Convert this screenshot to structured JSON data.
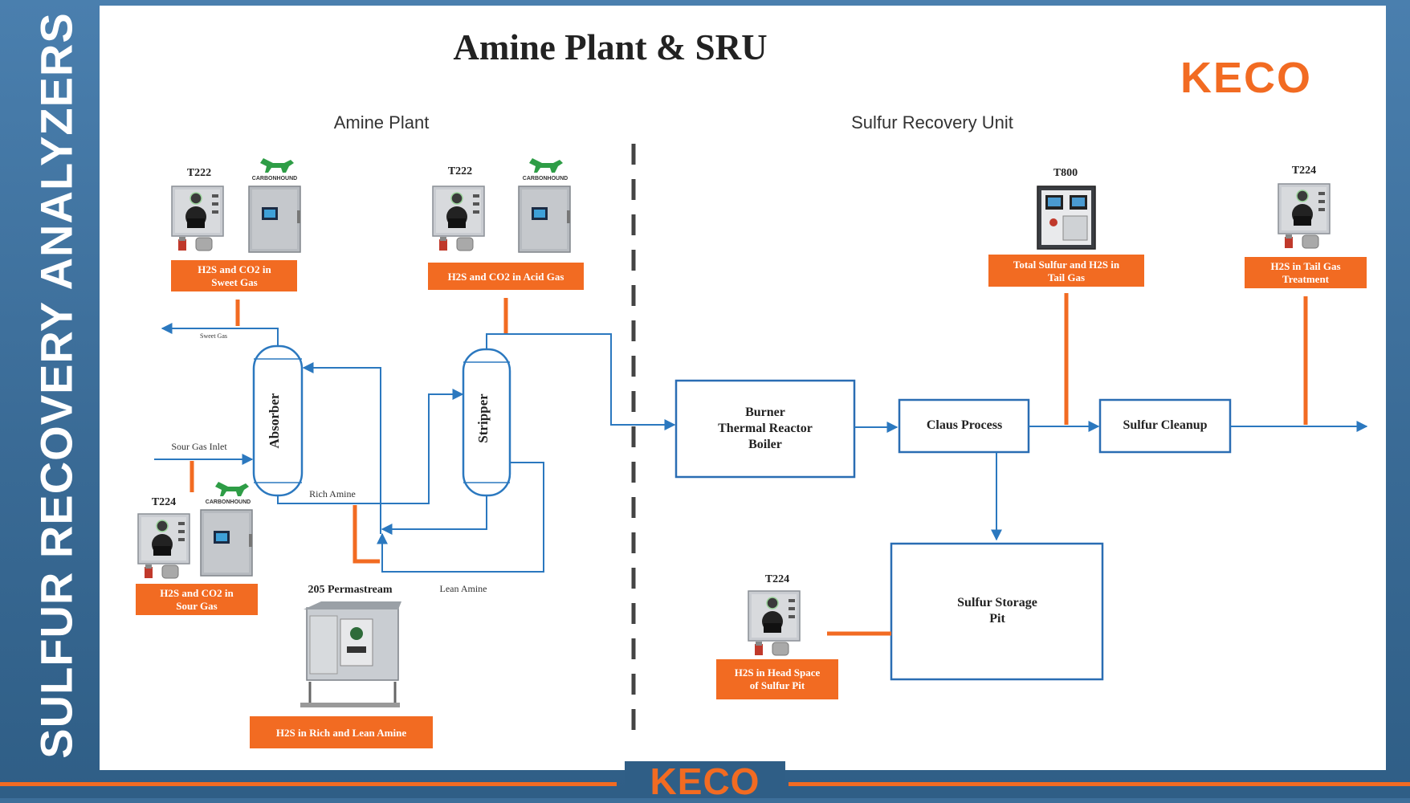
{
  "side_title": "SULFUR RECOVERY ANALYZERS",
  "slide": {
    "title": "Amine Plant & SRU",
    "logo": "KECO",
    "section_amine": "Amine Plant",
    "section_sru": "Sulfur Recovery Unit"
  },
  "analyzers": {
    "t222_a": {
      "model": "T222",
      "label": "H2S and CO2 in Sweet Gas",
      "brand": "CARBONHOUND"
    },
    "t222_b": {
      "model": "T222",
      "label": "H2S and CO2 in Acid Gas",
      "brand": "CARBONHOUND"
    },
    "t224_sour": {
      "model": "T224",
      "label": "H2S and CO2  in Sour Gas",
      "brand": "CARBONHOUND"
    },
    "permastream": {
      "model": "205 Permastream",
      "label": "H2S in Rich and Lean Amine"
    },
    "t800": {
      "model": "T800",
      "label": "Total Sulfur and H2S in Tail Gas"
    },
    "t224_tail": {
      "model": "T224",
      "label": "H2S in Tail Gas Treatment"
    },
    "t224_pit": {
      "model": "T224",
      "label": "H2S in Head Space of Sulfur Pit"
    }
  },
  "process": {
    "absorber": "Absorber",
    "stripper": "Stripper",
    "burner_lines": [
      "Burner",
      "Thermal Reactor",
      "Boiler"
    ],
    "claus": "Claus Process",
    "cleanup": "Sulfur Cleanup",
    "storage_lines": [
      "Sulfur Storage",
      "Pit"
    ]
  },
  "flow_labels": {
    "sweet_gas": "Sweet Gas",
    "sour_gas_inlet": "Sour Gas Inlet",
    "rich_amine": "Rich Amine",
    "lean_amine": "Lean Amine"
  },
  "colors": {
    "orange": "#f26b22",
    "blue_line": "#2b78bf",
    "box_border": "#2a6db3",
    "background": "#3d6f9a"
  },
  "footer": {
    "logo": "KECO"
  }
}
